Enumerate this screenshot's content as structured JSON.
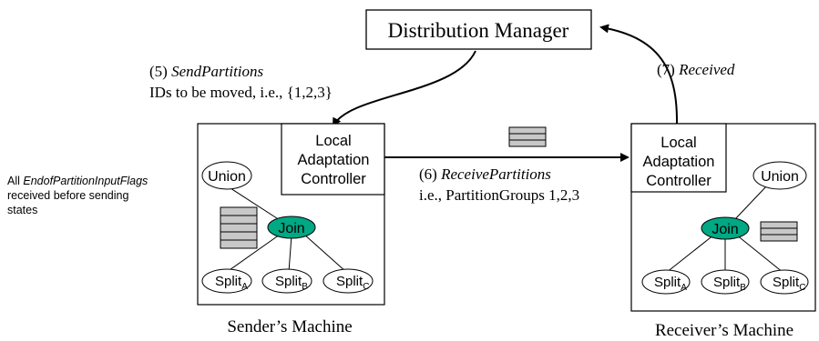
{
  "distribution_manager": {
    "label": "Distribution Manager"
  },
  "steps": {
    "send": {
      "num": "(5) ",
      "name": "SendPartitions",
      "detail": "IDs to be moved, i.e., {1,2,3}"
    },
    "receive": {
      "num": "(6) ",
      "name": "ReceivePartitions",
      "detail": "i.e., PartitionGroups 1,2,3"
    },
    "received": {
      "num": "(7) ",
      "name": "Received"
    }
  },
  "side_note": {
    "prefix": "All ",
    "flag_name": "EndofPartitionInputFlags",
    "line2": "received before sending",
    "line3": "states"
  },
  "sender": {
    "controller": {
      "line1": "Local",
      "line2": "Adaptation",
      "line3": "Controller"
    },
    "union": "Union",
    "join": "Join",
    "splits": [
      {
        "base": "Split",
        "sub": "A"
      },
      {
        "base": "Split",
        "sub": "B"
      },
      {
        "base": "Split",
        "sub": "C"
      }
    ],
    "caption": "Sender’s Machine"
  },
  "receiver": {
    "controller": {
      "line1": "Local",
      "line2": "Adaptation",
      "line3": "Controller"
    },
    "union": "Union",
    "join": "Join",
    "splits": [
      {
        "base": "Split",
        "sub": "A"
      },
      {
        "base": "Split",
        "sub": "B"
      },
      {
        "base": "Split",
        "sub": "C"
      }
    ],
    "caption": "Receiver’s Machine"
  },
  "colors": {
    "join_fill": "#00a884",
    "buffer_fill": "#c8c8c8",
    "line": "#000000"
  }
}
